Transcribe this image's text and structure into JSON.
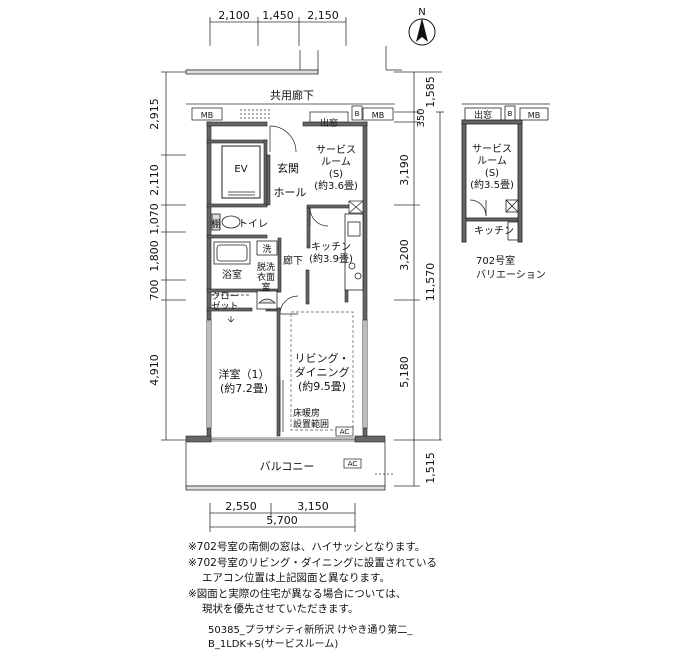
{
  "compass": {
    "label": "N"
  },
  "dimensions": {
    "top": [
      "2,100",
      "1,450",
      "2,150"
    ],
    "bottom": [
      "2,550",
      "3,150"
    ],
    "bottom_total": "5,700",
    "left": [
      "2,915",
      "2,110",
      "1,070",
      "1,800",
      "700",
      "4,910"
    ],
    "right_inner": [
      "1,585",
      "350",
      "3,190",
      "3,200",
      "5,180",
      "1,515"
    ],
    "right_total": "11,570"
  },
  "rooms": {
    "corridor_common": "共用廊下",
    "mb_left": "MB",
    "mb_right": "MB",
    "b_label": "B",
    "demado": "出窓",
    "ev": "EV",
    "genkan": "玄関",
    "hall": "ホール",
    "service_room": [
      "サービス",
      "ルーム",
      "(S)",
      "(約3.6畳)"
    ],
    "tana": "棚",
    "toilet": "トイレ",
    "kitchen": [
      "キッチン",
      "(約3.9畳)"
    ],
    "sen": "洗",
    "datsui": [
      "脱洗",
      "衣面",
      "室"
    ],
    "yokushitsu": "浴室",
    "rouka": "廊下",
    "closet": [
      "クロー",
      "ゼット"
    ],
    "youshitsu": [
      "洋室（1）",
      "(約7.2畳)"
    ],
    "living": [
      "リビング・",
      "ダイニング",
      "(約9.5畳)"
    ],
    "floor_heating": [
      "床暖房",
      "設置範囲"
    ],
    "ac_1": "AC",
    "ac_2": "AC",
    "balcony": "バルコニー"
  },
  "variation": {
    "demado": "出窓",
    "b_label": "B",
    "mb": "MB",
    "service_room": [
      "サービス",
      "ルーム",
      "(S)",
      "(約3.5畳)"
    ],
    "kitchen": "キッチン",
    "caption": [
      "702号室",
      "バリエーション"
    ]
  },
  "notes": [
    "※702号室の南側の窓は、ハイサッシとなります。",
    "※702号室のリビング・ダイニングに設置されている",
    "エアコン位置は上記図面と異なります。",
    "※図面と実際の住宅が異なる場合については、",
    "現状を優先させていただきます。"
  ],
  "footer": [
    "50385_プラザシティ新所沢 けやき通り第二_",
    "B_1LDK+S(サービスルーム)"
  ]
}
